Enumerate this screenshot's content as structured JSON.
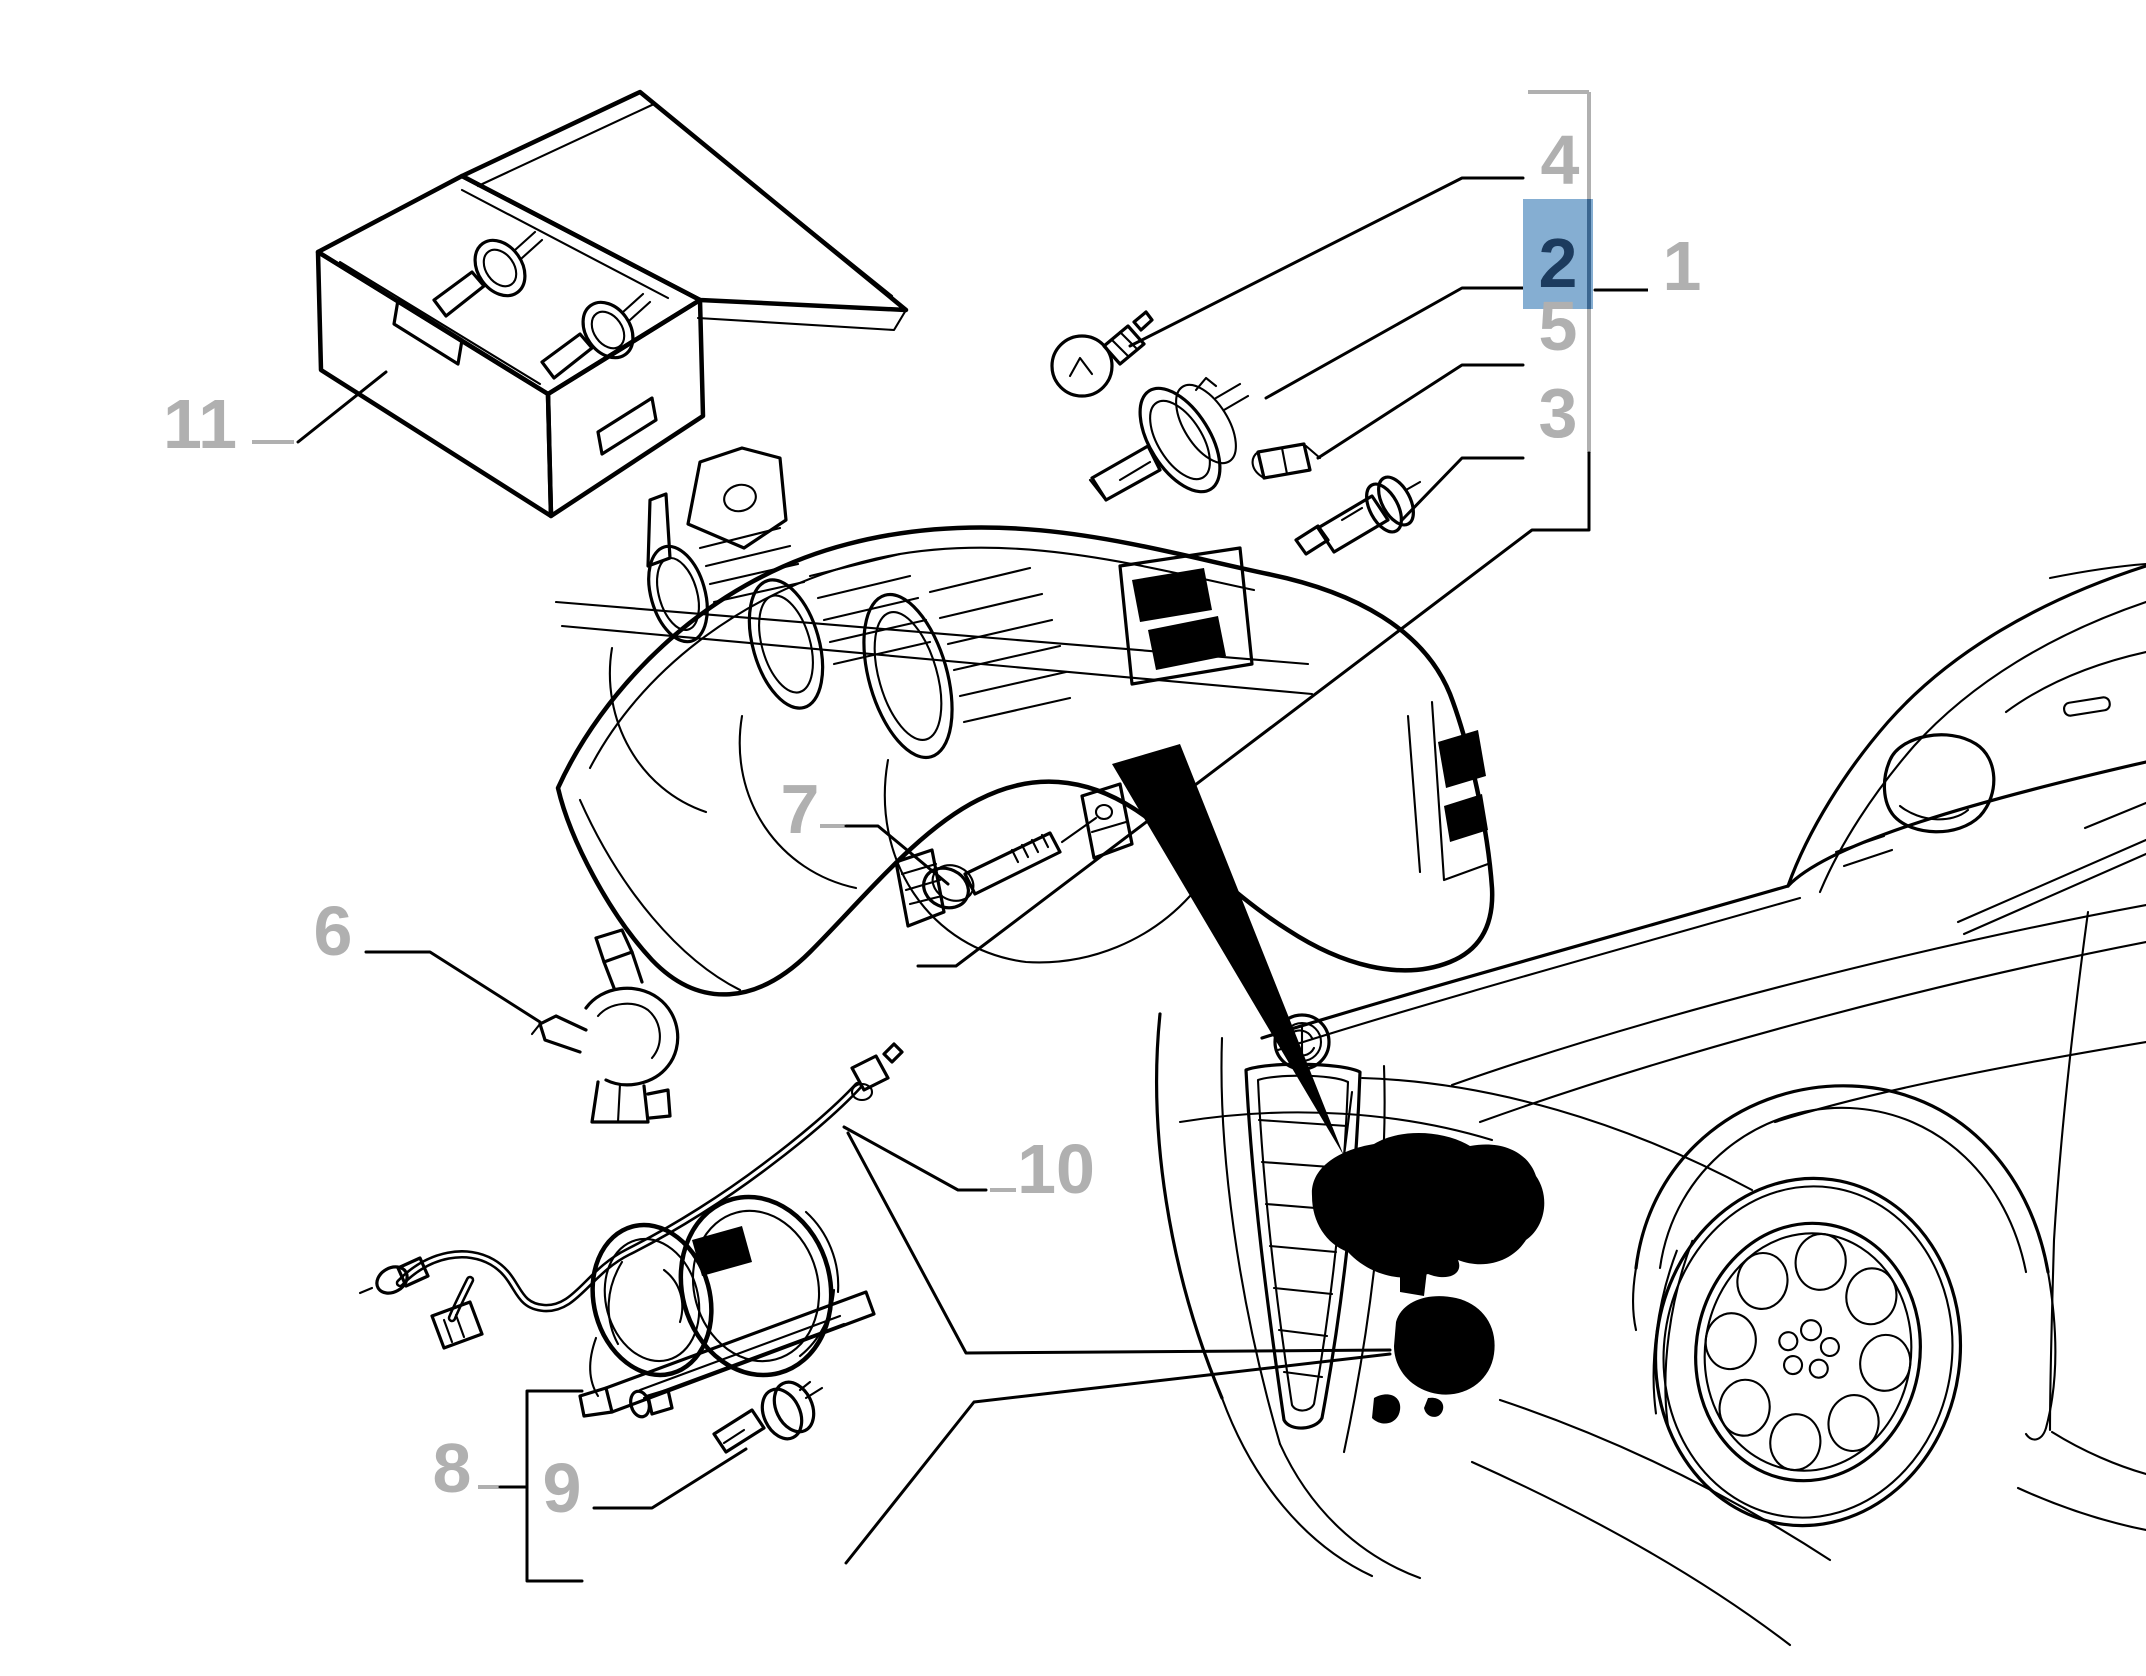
{
  "diagram": {
    "kind": "exploded-parts-diagram",
    "subject": "front headlight and fog lamp of a car",
    "background_color": "#ffffff",
    "art_color": "#000000",
    "label_color": "#b0b0b0",
    "selection": {
      "selected_label": "2",
      "bg_color": "#85aed2",
      "text_color": "#1c3b5e",
      "edge_color": "#3b6690"
    }
  },
  "callouts": [
    {
      "label": "1",
      "part": "headlight-assembly",
      "selected": false
    },
    {
      "label": "2",
      "part": "halogen-bulb-h7",
      "selected": true
    },
    {
      "label": "3",
      "part": "halogen-bulb-h1",
      "selected": false
    },
    {
      "label": "4",
      "part": "ball-bulb",
      "selected": false
    },
    {
      "label": "5",
      "part": "wedge-bulb",
      "selected": false
    },
    {
      "label": "6",
      "part": "bulb-holder-clip",
      "selected": false
    },
    {
      "label": "7",
      "part": "mounting-bolt",
      "selected": false
    },
    {
      "label": "8",
      "part": "fog-lamp-assembly",
      "selected": false
    },
    {
      "label": "9",
      "part": "fog-lamp-bulb",
      "selected": false
    },
    {
      "label": "10",
      "part": "wiring-harness",
      "selected": false
    },
    {
      "label": "11",
      "part": "spare-bulb-box",
      "selected": false
    }
  ]
}
